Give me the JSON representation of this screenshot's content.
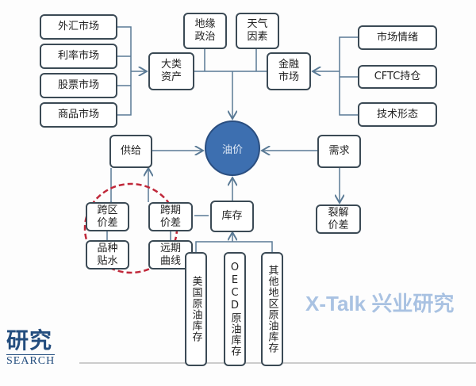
{
  "left_markets": [
    "外汇市场",
    "利率市场",
    "股票市场",
    "商品市场"
  ],
  "asset_class": "大类\n资产",
  "geopolitics": "地缘\n政治",
  "weather": "天气\n因素",
  "financial_market": "金融\n市场",
  "right_factors": [
    "市场情绪",
    "CFTC持仓",
    "技术形态"
  ],
  "oil_price": "油价",
  "supply": "供给",
  "demand": "需求",
  "regional_spread": "跨区\n价差",
  "calendar_spread": "跨期\n价差",
  "inventory": "库存",
  "crack_spread": "裂解\n价差",
  "grade_discount": "品种\n贴水",
  "forward_curve": "远期\n曲线",
  "inventories": [
    "美国原油库存",
    "OECD原油库存",
    "其他地区原油库存"
  ],
  "watermark": "X-Talk 兴业研究",
  "logo": {
    "cn": "研究",
    "en": "SEARCH"
  },
  "colors": {
    "circle": "#3d6fb0",
    "line": "#5a7a95",
    "dashed": "#c0283a"
  }
}
